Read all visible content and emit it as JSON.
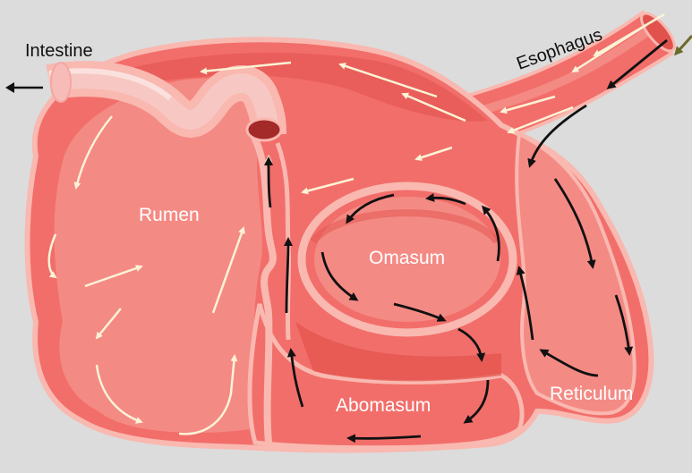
{
  "labels": {
    "intestine": "Intestine",
    "esophagus": "Esophagus",
    "rumen": "Rumen",
    "omasum": "Omasum",
    "abomasum": "Abomasum",
    "reticulum": "Reticulum"
  },
  "colors": {
    "background": "#dcdcdc",
    "stomach_outer": "#f26e6a",
    "stomach_inner": "#f48a84",
    "stomach_dark": "#e2524c",
    "membrane": "#f9b8b0",
    "intestine_tube": "#f7bcb8",
    "arrow_ingested": "#fbf3d6",
    "arrow_digest": "#111111",
    "arrow_in_olive": "#6b6a2a"
  }
}
